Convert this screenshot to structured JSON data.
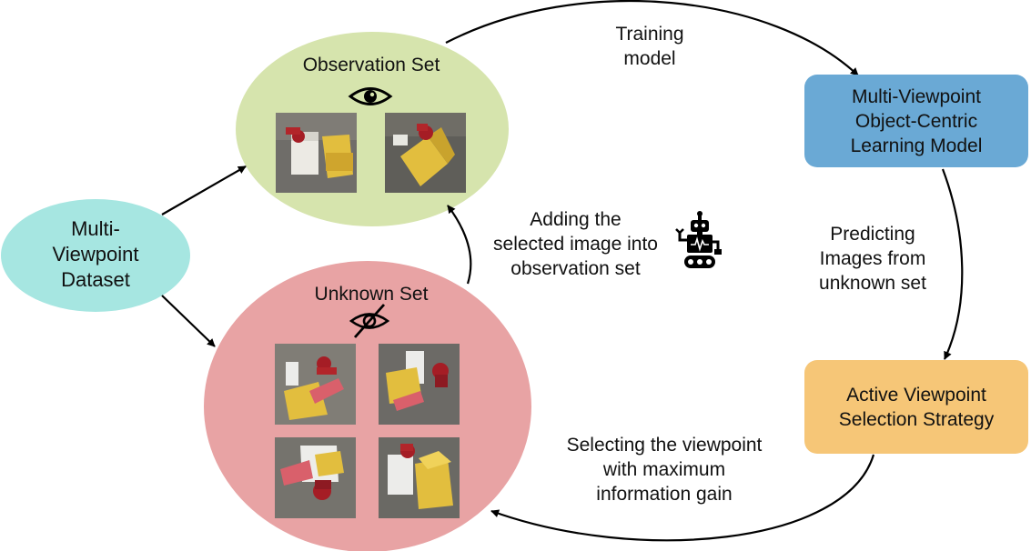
{
  "nodes": {
    "dataset": [
      "Multi-",
      "Viewpoint",
      "Dataset"
    ],
    "observation_set": "Observation Set",
    "unknown_set": "Unknown Set",
    "model": [
      "Multi-Viewpoint",
      "Object-Centric",
      "Learning Model"
    ],
    "strategy": [
      "Active Viewpoint",
      "Selection Strategy"
    ]
  },
  "edges": {
    "training": [
      "Training",
      "model"
    ],
    "predicting": [
      "Predicting",
      "Images from",
      "unknown set"
    ],
    "selecting": [
      "Selecting the viewpoint",
      "with maximum",
      "information gain"
    ],
    "adding": [
      "Adding the",
      "selected image into",
      "observation set"
    ]
  },
  "icons": {
    "observation": "eye-icon",
    "unknown": "eye-slash-icon",
    "agent": "robot-icon"
  },
  "colors": {
    "dataset": "#a6e6e1",
    "observation": "#d6e4ad",
    "unknown": "#e8a3a4",
    "model": "#6aa9d5",
    "strategy": "#f6c677"
  }
}
